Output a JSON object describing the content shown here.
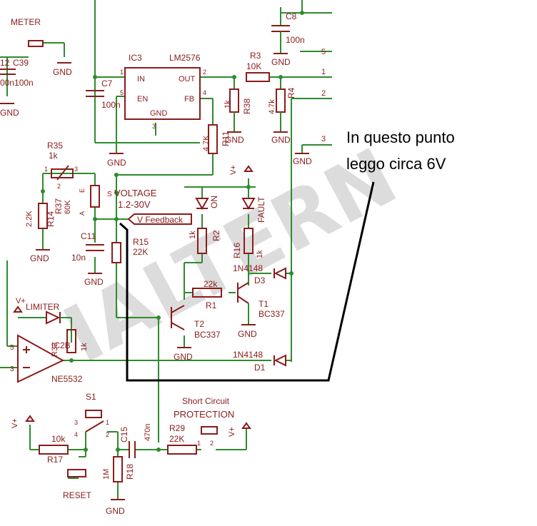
{
  "watermark": "IALTERN",
  "annotation": {
    "line1": "In questo punto",
    "line2": "leggo circa 6V"
  },
  "labels": {
    "meter": "METER",
    "c39": "C39",
    "c39_12": "12",
    "c39_val": "00n100n",
    "gnd": "GND",
    "c8": "C8",
    "c8_val": "100n",
    "pin5": "5",
    "ic3": "IC3",
    "lm2576": "LM2576",
    "ic_in": "IN",
    "ic_out": "OUT",
    "ic_en": "EN",
    "ic_fb": "FB",
    "ic_gnd": "GND",
    "pin1": "1",
    "pin2": "2",
    "pin3": "3",
    "pin4": "4",
    "c7": "C7",
    "c7_val": "100n",
    "r3": "R3",
    "r3_val": "10K",
    "r38": "R38",
    "r38_val": "1k",
    "r4": "R4",
    "r4_val": "4.7k",
    "r11": "R11",
    "r11_val": "4.7K",
    "r35": "R35",
    "r35_val": "1k",
    "r37": "R37",
    "r37_val": "60K",
    "r14": "R14",
    "r14_val": "2.2K",
    "voltage": "VOLTAGE",
    "voltage_range": "1.2-30V",
    "vfeedback": "V Feedback",
    "c11": "C11",
    "c11_val": "10n",
    "r15": "R15",
    "r15_val": "22K",
    "on": "ON",
    "fault": "FAULT",
    "r2": "R2",
    "r2_val": "1k",
    "r16": "R16",
    "r16_val": "1k",
    "vplus": "V+",
    "d3": "D3",
    "d3_part": "1N4148",
    "d1": "D1",
    "d1_part": "1N4148",
    "r1": "R1",
    "r1_val": "22k",
    "t1": "T1",
    "t1_part": "BC337",
    "t2": "T2",
    "t2_part": "BC337",
    "limiter": "LIMITER",
    "ic2b": "IC2B",
    "ne5532": "NE5532",
    "r32": "R32",
    "r32_val": "1k",
    "s1": "S1",
    "c15": "C15",
    "c15_val": "470n",
    "r29": "R29",
    "r29_val": "22K",
    "short_circuit": "Short Circuit",
    "protection": "PROTECTION",
    "r17": "R17",
    "r17_val": "10k",
    "r18": "R18",
    "r18_val": "1M",
    "reset": "RESET",
    "e": "E",
    "s": "S",
    "a": "A"
  }
}
